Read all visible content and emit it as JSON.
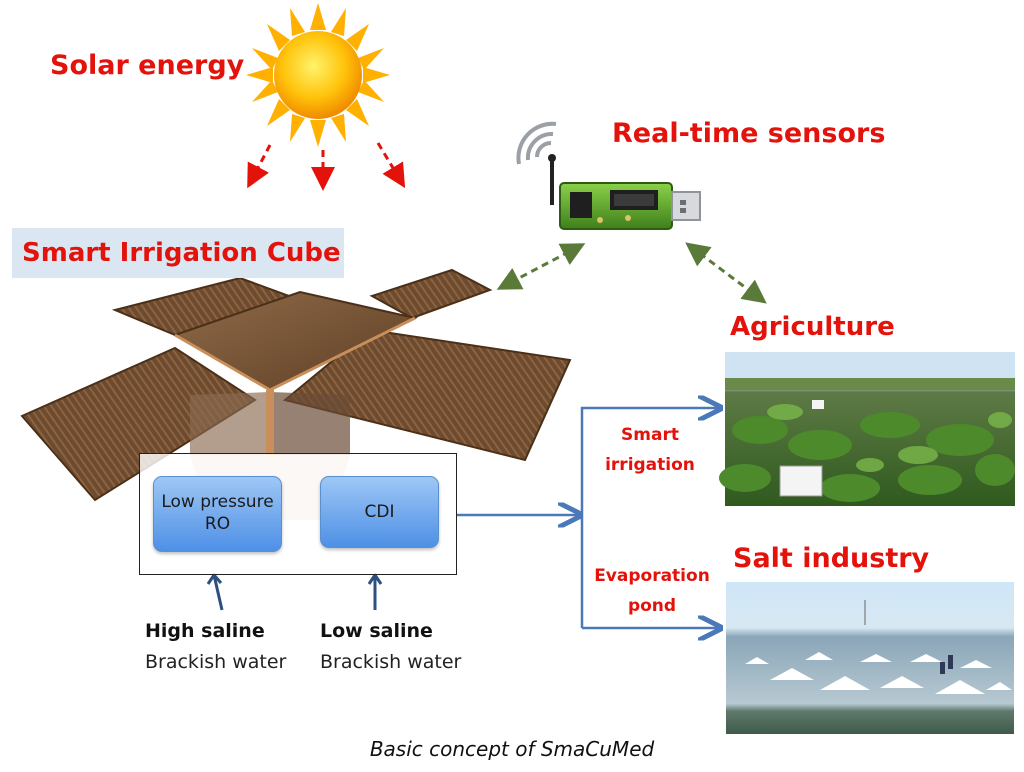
{
  "labels": {
    "solar_energy": "Solar energy",
    "real_time_sensors": "Real-time sensors",
    "smart_irrigation_cube": "Smart Irrigation Cube",
    "agriculture": "Agriculture",
    "salt_industry": "Salt industry"
  },
  "processes": {
    "ro_line1": "Low pressure",
    "ro_line2": "RO",
    "cdi": "CDI"
  },
  "routes": {
    "smart_irrigation_line1": "Smart",
    "smart_irrigation_line2": "irrigation",
    "evaporation_line1": "Evaporation",
    "evaporation_line2": "pond"
  },
  "inputs": {
    "high_saline_title": "High saline",
    "high_saline_sub": "Brackish water",
    "low_saline_title": "Low saline",
    "low_saline_sub": "Brackish water"
  },
  "caption": "Basic concept of SmaCuMed",
  "colors": {
    "label_red": "#e3120b",
    "arrow_blue": "#4a78b8",
    "dashed_red": "#e3120b",
    "dashed_green": "#5a7a3a",
    "sun_yellow": "#ffc20a",
    "panel_brown": "#7a5535"
  },
  "icons": {
    "sun": "sun-icon",
    "sensor": "usb-sensor-icon",
    "cube": "solar-cube-illustration"
  }
}
